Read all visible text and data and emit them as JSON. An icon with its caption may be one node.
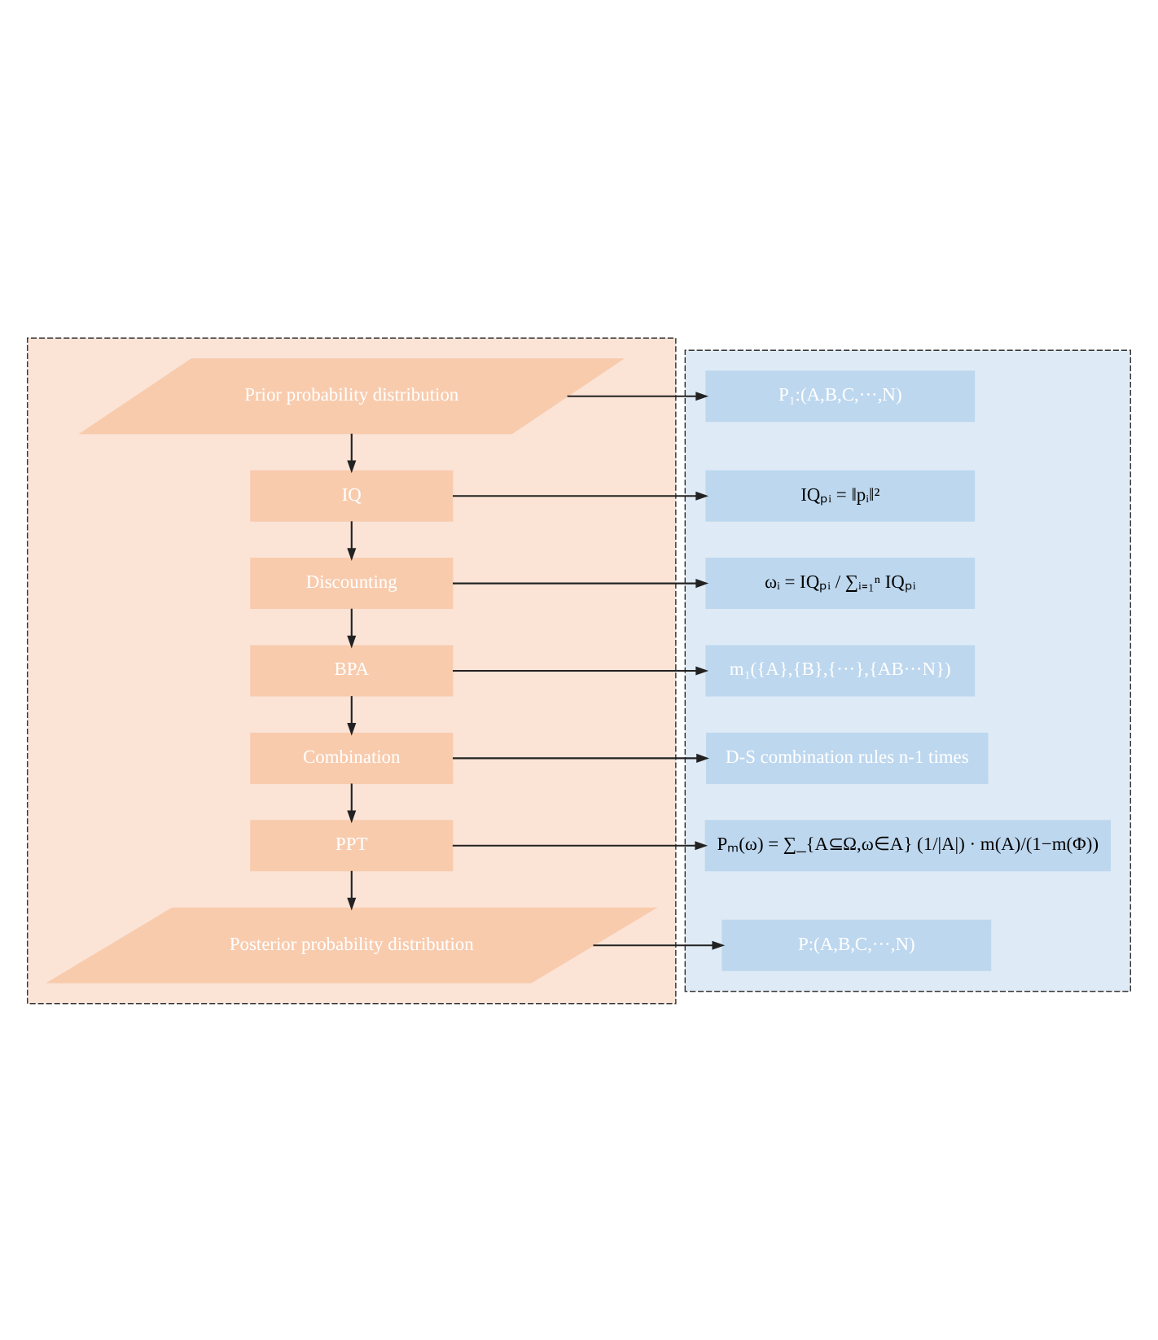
{
  "diagram": {
    "nodes": [
      {
        "text": [],
        "shape": "box"
      },
      {
        "text": [
          "Prior probability distribution"
        ],
        "in": 0
      },
      {
        "text": [
          "IQ"
        ],
        "in": 0
      },
      {
        "text": [
          "Discounting"
        ],
        "in": 0
      },
      {
        "text": [
          "BPA"
        ],
        "in": 0
      },
      {
        "text": [
          "Combination"
        ],
        "in": 0
      },
      {
        "text": [
          "PPT"
        ],
        "in": 0
      },
      {
        "text": [
          "Posterior probability distribution"
        ],
        "in": 0
      },
      {
        "text": [],
        "shape": "box"
      },
      {
        "text": [
          "P₁:(A,B,C,···,N)"
        ],
        "in": 8
      },
      {
        "text": [
          "IQₚᵢ = ‖pᵢ‖²"
        ],
        "in": 8
      },
      {
        "text": [
          "ωᵢ = IQₚᵢ / ∑ᵢ₌₁ⁿ IQₚᵢ"
        ],
        "in": 8
      },
      {
        "text": [
          "m₁({A},{B},{···},{AB···N})"
        ],
        "in": 8
      },
      {
        "text": [
          "D-S combination rules n-1 times"
        ],
        "in": 8
      },
      {
        "text": [
          "Pₘ(ω) = ∑_{A⊆Ω,ω∈A} (1/|A|) · m(A)/(1−m(Φ))"
        ],
        "in": 8
      },
      {
        "text": [
          "P:(A,B,C,···,N)"
        ],
        "in": 8
      }
    ],
    "edges": [
      {
        "from": 1,
        "to": 2,
        "arrow": "to"
      },
      {
        "from": 2,
        "to": 3,
        "arrow": "to"
      },
      {
        "from": 3,
        "to": 4,
        "arrow": "to"
      },
      {
        "from": 4,
        "to": 5,
        "arrow": "to"
      },
      {
        "from": 5,
        "to": 6,
        "arrow": "to"
      },
      {
        "from": 6,
        "to": 7,
        "arrow": "to"
      },
      {
        "from": 1,
        "to": 9,
        "arrow": "to"
      },
      {
        "from": 2,
        "to": 10,
        "arrow": "to"
      },
      {
        "from": 3,
        "to": 11,
        "arrow": "to"
      },
      {
        "from": 4,
        "to": 12,
        "arrow": "to"
      },
      {
        "from": 5,
        "to": 13,
        "arrow": "to"
      },
      {
        "from": 6,
        "to": 14,
        "arrow": "to"
      },
      {
        "from": 7,
        "to": 15,
        "arrow": "to"
      }
    ]
  }
}
